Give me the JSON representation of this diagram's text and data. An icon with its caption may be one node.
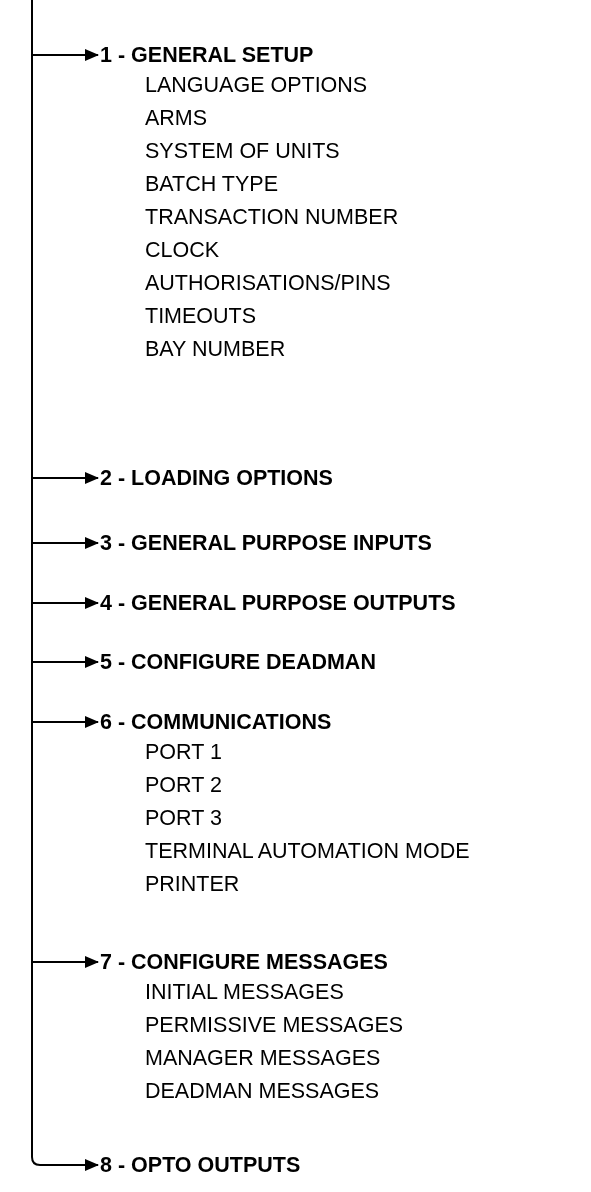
{
  "diagram": {
    "nodes": [
      {
        "text": [
          "1 - GENERAL SETUP",
          "LANGUAGE OPTIONS",
          "ARMS",
          "SYSTEM OF UNITS",
          "BATCH TYPE",
          "TRANSACTION NUMBER",
          "CLOCK",
          "AUTHORISATIONS/PINS",
          "TIMEOUTS",
          "BAY NUMBER"
        ]
      },
      {
        "text": [
          "2 - LOADING OPTIONS"
        ]
      },
      {
        "text": [
          "3 - GENERAL PURPOSE INPUTS"
        ]
      },
      {
        "text": [
          "4 - GENERAL PURPOSE OUTPUTS"
        ]
      },
      {
        "text": [
          "5 - CONFIGURE DEADMAN"
        ]
      },
      {
        "text": [
          "6 - COMMUNICATIONS",
          "PORT 1",
          "PORT 2",
          "PORT 3",
          "TERMINAL AUTOMATION MODE",
          "PRINTER"
        ]
      },
      {
        "text": [
          "7 - CONFIGURE MESSAGES",
          "INITIAL MESSAGES",
          "PERMISSIVE MESSAGES",
          "MANAGER MESSAGES",
          "DEADMAN MESSAGES"
        ]
      },
      {
        "text": [
          "8 - OPTO OUTPUTS"
        ]
      }
    ],
    "edges": [
      {
        "from": null,
        "to": 0,
        "arrow": "to"
      },
      {
        "from": null,
        "to": 1,
        "arrow": "to"
      },
      {
        "from": null,
        "to": 2,
        "arrow": "to"
      },
      {
        "from": null,
        "to": 3,
        "arrow": "to"
      },
      {
        "from": null,
        "to": 4,
        "arrow": "to"
      },
      {
        "from": null,
        "to": 5,
        "arrow": "to"
      },
      {
        "from": null,
        "to": 6,
        "arrow": "to"
      },
      {
        "from": null,
        "to": 7,
        "arrow": "to"
      }
    ]
  }
}
